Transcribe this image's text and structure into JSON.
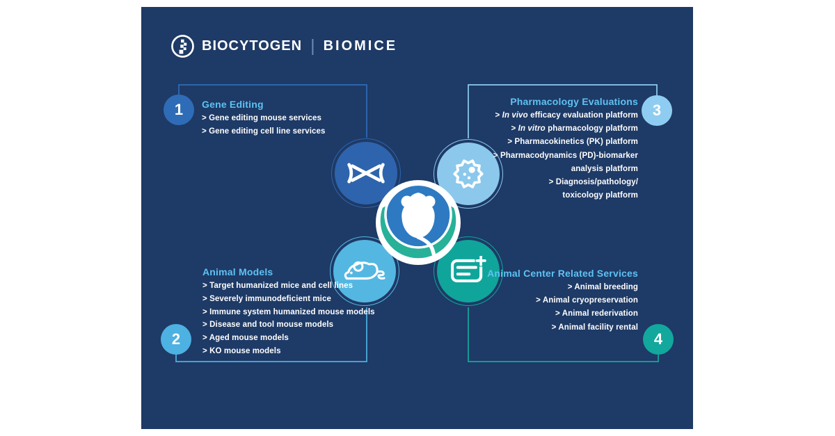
{
  "page": {
    "background": "#ffffff",
    "panel_bg": "#1e3a66"
  },
  "logo": {
    "mark_icon": "biocytogen-mark-icon",
    "brand": "BIOCYTOGEN",
    "divider": "|",
    "product": "BIOMICE"
  },
  "colors": {
    "heading_blue": "#5ec2f3",
    "q1_accent": "#2f6cb7",
    "q2_accent": "#4db1e2",
    "q3_accent": "#8ecdf1",
    "q4_accent": "#12a89d",
    "center_disc_blue": "#2d7ac2",
    "center_swoosh_teal": "#27b199",
    "text_white": "#ffffff"
  },
  "center": {
    "icon": "biomice-mouse-logo"
  },
  "quadrants": [
    {
      "number": "1",
      "title": "Gene Editing",
      "icon": "dna-icon",
      "items": [
        {
          "bullet": ">",
          "text": " Gene editing mouse services"
        },
        {
          "bullet": ">",
          "text": " Gene editing cell line services"
        }
      ]
    },
    {
      "number": "2",
      "title": "Animal Models",
      "icon": "mouse-side-icon",
      "items": [
        {
          "bullet": ">",
          "text": " Target humanized mice and cell lines"
        },
        {
          "bullet": ">",
          "text": " Severely immunodeficient mice"
        },
        {
          "bullet": ">",
          "text": " Immune system humanized mouse models"
        },
        {
          "bullet": ">",
          "text": " Disease and tool mouse models"
        },
        {
          "bullet": ">",
          "text": " Aged mouse models"
        },
        {
          "bullet": ">",
          "text": " KO mouse models"
        }
      ]
    },
    {
      "number": "3",
      "title": "Pharmacology Evaluations",
      "icon": "virus-cell-icon",
      "items": [
        {
          "bullet": ">",
          "italic": " In vivo",
          "text": " efficacy evaluation platform"
        },
        {
          "bullet": ">",
          "italic": " In vitro",
          "text": " pharmacology platform"
        },
        {
          "bullet": ">",
          "text": " Pharmacokinetics (PK) platform"
        },
        {
          "bullet": ">",
          "text": " Pharmacodynamics (PD)-biomarker"
        },
        {
          "text": "analysis platform"
        },
        {
          "bullet": ">",
          "text": " Diagnosis/pathology/"
        },
        {
          "text": "toxicology platform"
        }
      ]
    },
    {
      "number": "4",
      "title": "Animal Center Related Services",
      "icon": "cage-card-icon",
      "items": [
        {
          "bullet": ">",
          "text": " Animal breeding"
        },
        {
          "bullet": ">",
          "text": " Animal cryopreservation"
        },
        {
          "bullet": ">",
          "text": " Animal rederivation"
        },
        {
          "bullet": ">",
          "text": " Animal facility rental"
        }
      ]
    }
  ]
}
